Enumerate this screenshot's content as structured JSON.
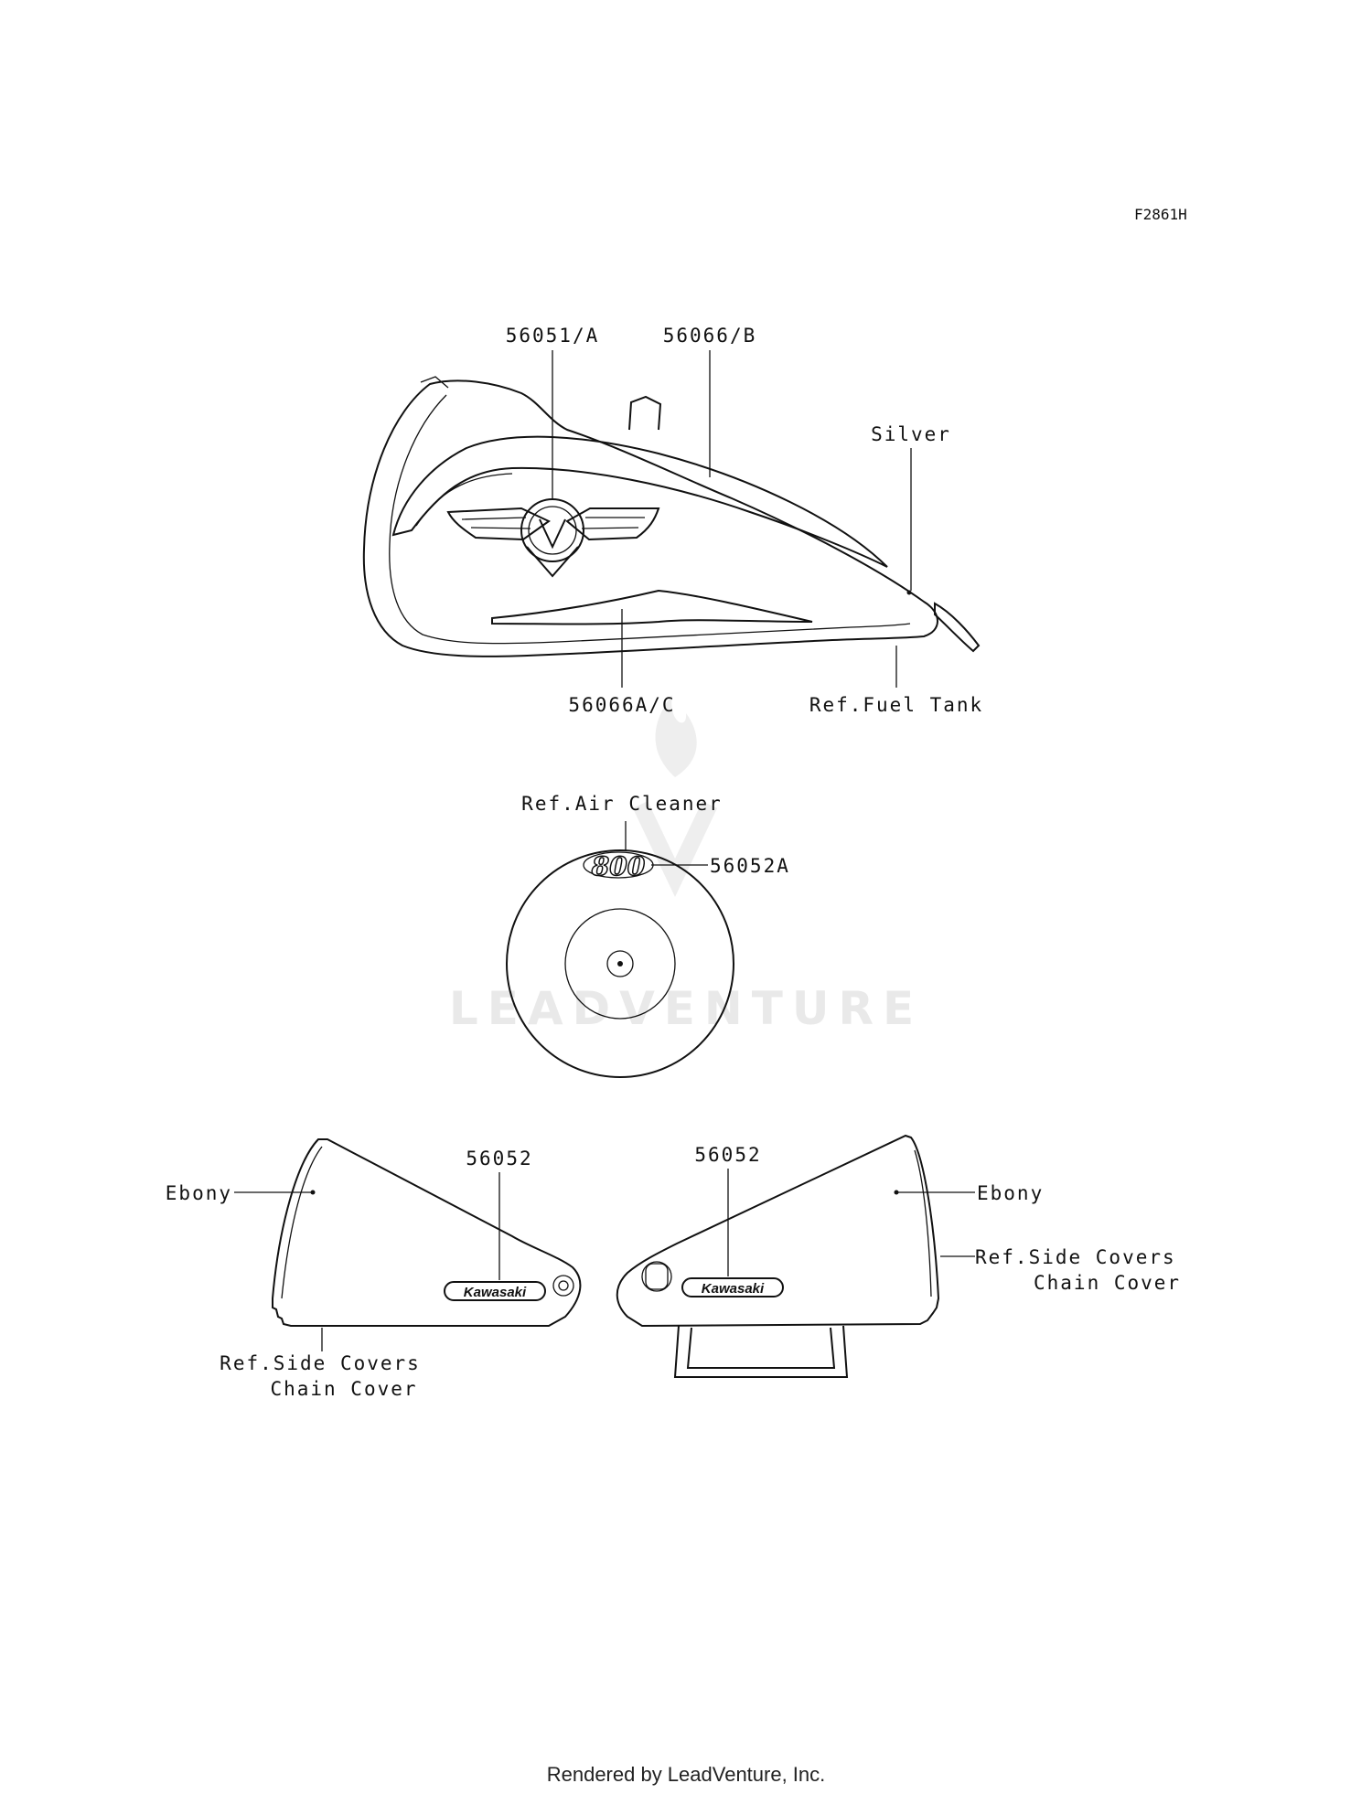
{
  "figure_id": "F2861H",
  "watermark": "LEADVENTURE",
  "footer": "Rendered by LeadVenture, Inc.",
  "fuel_tank": {
    "label_56051": "56051/A",
    "label_56066": "56066/B",
    "label_silver": "Silver",
    "label_56066a": "56066A/C",
    "label_ref": "Ref.Fuel Tank"
  },
  "air_cleaner": {
    "label_ref": "Ref.Air Cleaner",
    "label_part": "56052A",
    "emblem_text": "800"
  },
  "side_cover_left": {
    "label_color": "Ebony",
    "label_part": "56052",
    "ref_line1": "Ref.Side Covers",
    "ref_line2": "Chain Cover",
    "badge": "Kawasaki"
  },
  "side_cover_right": {
    "label_color": "Ebony",
    "label_part": "56052",
    "ref_line1": "Ref.Side Covers",
    "ref_line2": "Chain Cover",
    "badge": "Kawasaki"
  }
}
